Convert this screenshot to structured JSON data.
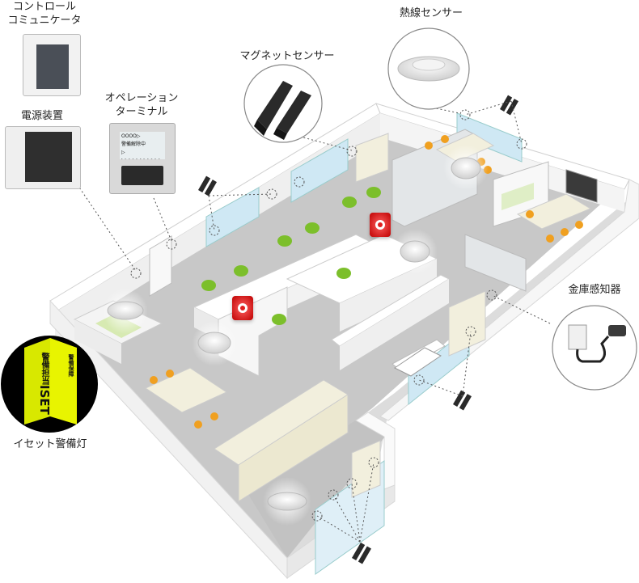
{
  "labels": {
    "control_communicator": "コントロール\nコミュニケータ",
    "power_unit": "電源装置",
    "operation_terminal": "オペレーション\nターミナル",
    "magnet_sensor": "マグネットセンサー",
    "heat_sensor": "熱線センサー",
    "safe_sensor": "金庫感知器",
    "warning_light": "イセット警備灯"
  },
  "terminal_screen": [
    "OOOO▷",
    "警備解除中",
    "▷ ▷▷▷▷▷▷▷▷▷▷▷"
  ],
  "warning_light_text": [
    "警備担当",
    "警備保障",
    "ISET"
  ],
  "colors": {
    "floor": "#c9c9c9",
    "wall_top": "#ffffff",
    "wall_side": "#e6e6e6",
    "chair_green": "#7cbf2b",
    "chair_orange": "#f0a020",
    "cabinet": "#f2efdd",
    "window": "#cfe8f4",
    "alarm_red": "#e02020",
    "lamp_yellow": "#e8f000",
    "magnet_dark": "#2a2a2a"
  }
}
